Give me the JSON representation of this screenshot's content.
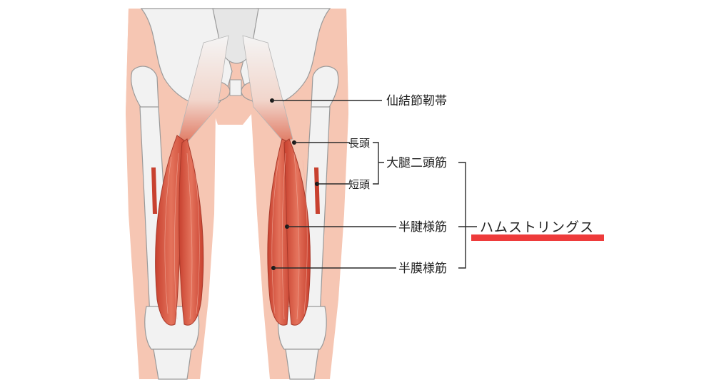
{
  "labels": {
    "sacrotuberous_ligament": "仙結節靭帯",
    "long_head": "長頭",
    "short_head": "短頭",
    "biceps_femoris": "大腿二頭筋",
    "semitendinosus": "半腱様筋",
    "semimembranosus": "半膜様筋",
    "hamstrings": "ハムストリングス"
  },
  "colors": {
    "skin": "#f6c6b3",
    "bone": "#f2f2f2",
    "bone_outline": "#9a9a9a",
    "muscle": "#d9553f",
    "muscle_dark": "#b83c2c",
    "tendon": "#e9e9e9",
    "highlight": "#ee3b3b",
    "line": "#2a2a2a"
  }
}
